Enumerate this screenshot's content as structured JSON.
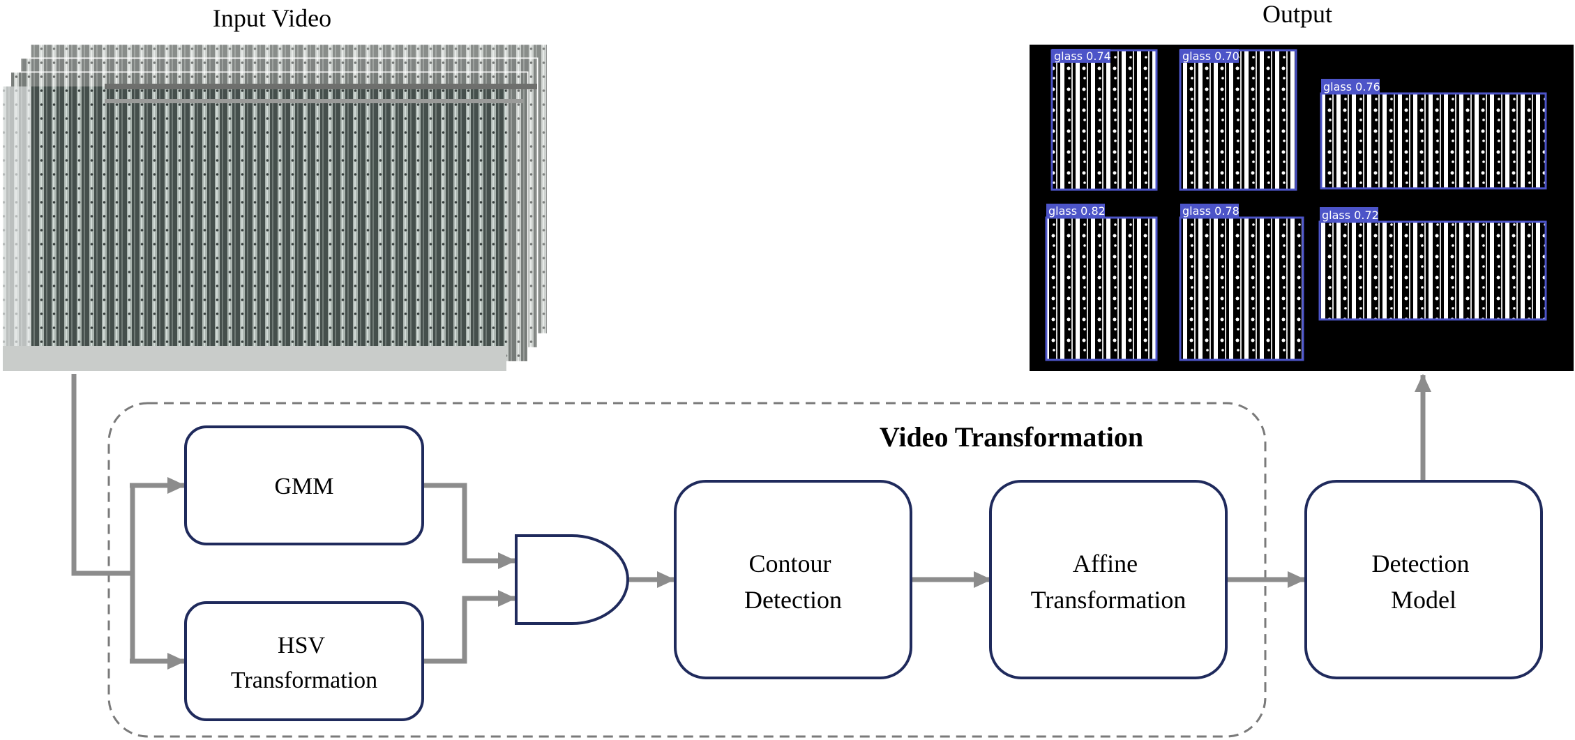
{
  "input": {
    "title": "Input Video"
  },
  "output": {
    "title": "Output",
    "detections": [
      {
        "label": "glass",
        "score": "0.74"
      },
      {
        "label": "glass",
        "score": "0.70"
      },
      {
        "label": "glass",
        "score": "0.76"
      },
      {
        "label": "glass",
        "score": "0.82"
      },
      {
        "label": "glass",
        "score": "0.78"
      },
      {
        "label": "glass",
        "score": "0.72"
      }
    ]
  },
  "group": {
    "title": "Video Transformation"
  },
  "nodes": {
    "gmm": {
      "lines": [
        "GMM"
      ]
    },
    "hsv": {
      "lines": [
        "HSV",
        "Transformation"
      ]
    },
    "contour": {
      "lines": [
        "Contour",
        "Detection"
      ]
    },
    "affine": {
      "lines": [
        "Affine",
        "Transformation"
      ]
    },
    "detection": {
      "lines": [
        "Detection",
        "Model"
      ]
    }
  },
  "colors": {
    "node_border": "#1f2a5c",
    "arrow": "#8c8c8c",
    "group_border": "#7a7a7a",
    "detect_box": "#4c54c8",
    "output_bg": "#000000"
  }
}
